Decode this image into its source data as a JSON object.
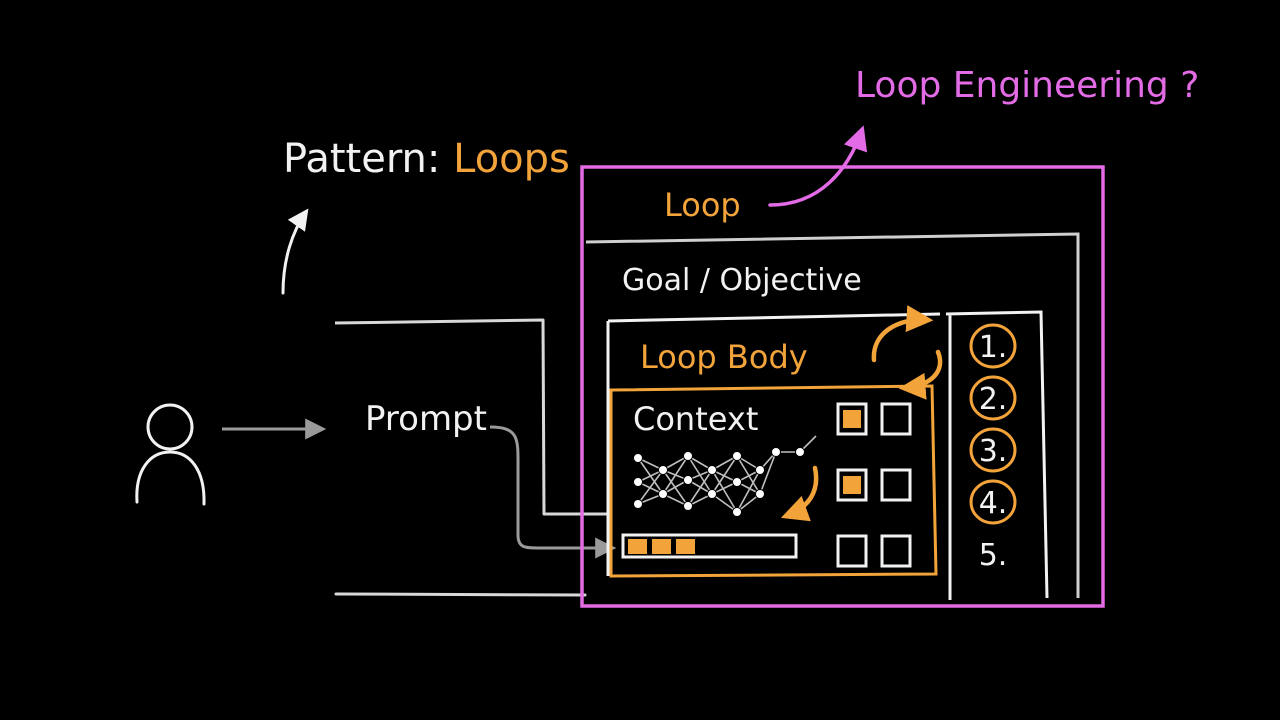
{
  "title": {
    "prefix": "Pattern: ",
    "highlight": "Loops"
  },
  "question": "Loop Engineering ?",
  "labels": {
    "loop": "Loop",
    "goal": "Goal / Objective",
    "loop_body": "Loop Body",
    "context": "Context",
    "prompt": "Prompt"
  },
  "steps": [
    {
      "label": "1.",
      "circled": true
    },
    {
      "label": "2.",
      "circled": true
    },
    {
      "label": "3.",
      "circled": true
    },
    {
      "label": "4.",
      "circled": true
    },
    {
      "label": "5.",
      "circled": false
    }
  ],
  "checkbox_rows": [
    {
      "left_filled": true,
      "right_filled": false
    },
    {
      "left_filled": true,
      "right_filled": false
    },
    {
      "left_filled": false,
      "right_filled": false
    }
  ],
  "progress": {
    "filled_segments": 3
  },
  "icons": {
    "person": "person-icon",
    "cycle": "cycle-arrows-icon",
    "network": "neural-network-icon"
  },
  "colors": {
    "background": "#000000",
    "white": "#f2f2f2",
    "gray": "#9a9a9a",
    "orange": "#f2a33a",
    "magenta": "#e36be6"
  }
}
